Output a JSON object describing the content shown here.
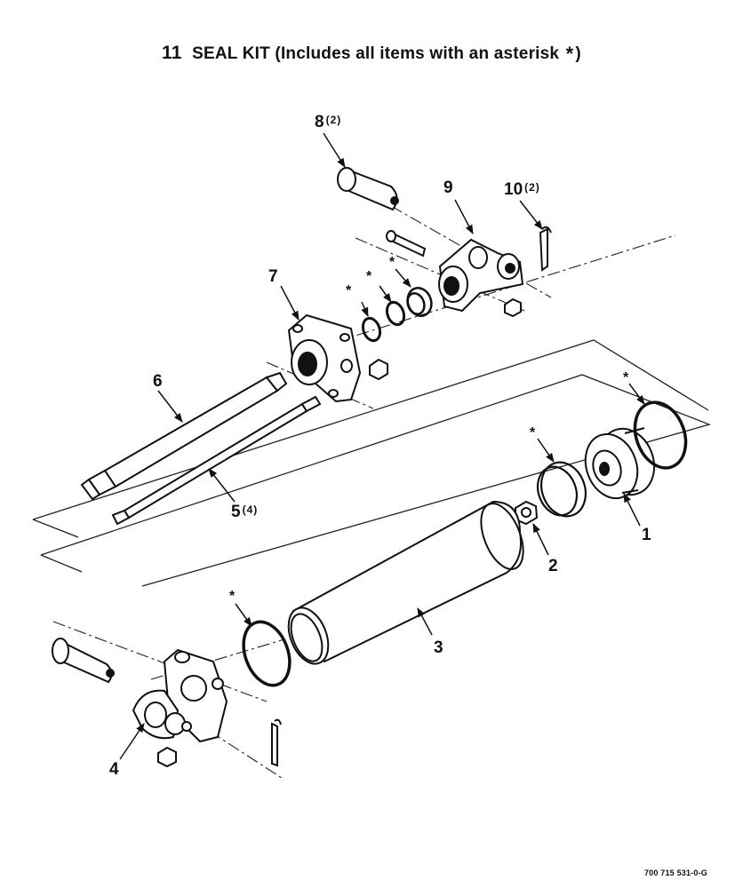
{
  "title": {
    "item_number": "11",
    "text": "SEAL KIT (Includes all items with an asterisk",
    "asterisk": "*",
    "close": ")"
  },
  "callouts": [
    {
      "number": "1",
      "qty": ""
    },
    {
      "number": "2",
      "qty": ""
    },
    {
      "number": "3",
      "qty": ""
    },
    {
      "number": "4",
      "qty": ""
    },
    {
      "number": "5",
      "qty": "(4)"
    },
    {
      "number": "6",
      "qty": ""
    },
    {
      "number": "7",
      "qty": ""
    },
    {
      "number": "8",
      "qty": "(2)"
    },
    {
      "number": "9",
      "qty": ""
    },
    {
      "number": "10",
      "qty": "(2)"
    }
  ],
  "asterisk_mark": "*",
  "drawing_code": "700 715 531-0-G"
}
